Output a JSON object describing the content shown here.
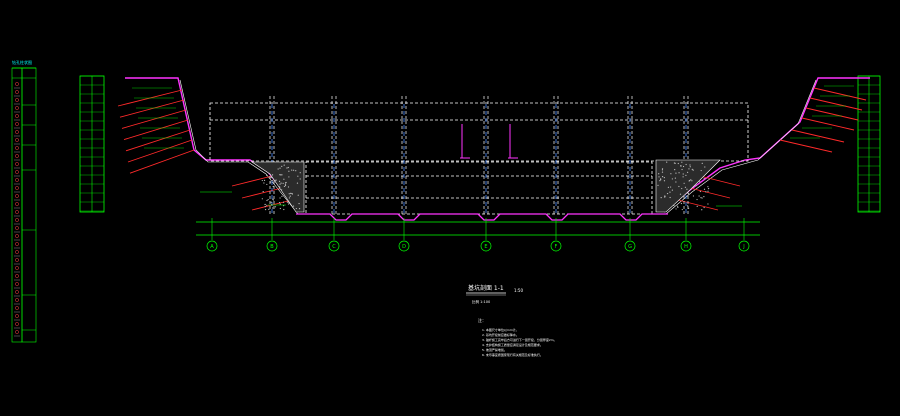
{
  "colors": {
    "background": "#000000",
    "structure": "#ffffff",
    "retaining_wall": "#ff33ff",
    "anchors": "#ff2a2a",
    "dimensions": "#00ff00",
    "annotation": "#00ffff",
    "label_text": "#ffff00"
  },
  "axis_labels": [
    "A",
    "B",
    "C",
    "D",
    "E",
    "F",
    "G",
    "H",
    "J"
  ],
  "section_title": "基坑剖面 1-1",
  "section_scale": "1:50",
  "section_subtitle": "比例 1:100",
  "notes_heading": "注：",
  "notes": [
    "1. 本图尺寸单位以mm计。",
    "2. 基坑开挖前应做好降水。",
    "3. 锚杆施工完毕后方可进行下一层开挖，分层厚度2m。",
    "4. 支护结构施工质量应满足设计及规范要求。",
    "5. 坡顶严禁堆载。",
    "6. 未尽事宜按国家现行有关规范及标准执行。"
  ],
  "borehole_title": "钻孔柱状图",
  "icons": [
    "borehole-log-column",
    "rock-hatch-pattern"
  ]
}
